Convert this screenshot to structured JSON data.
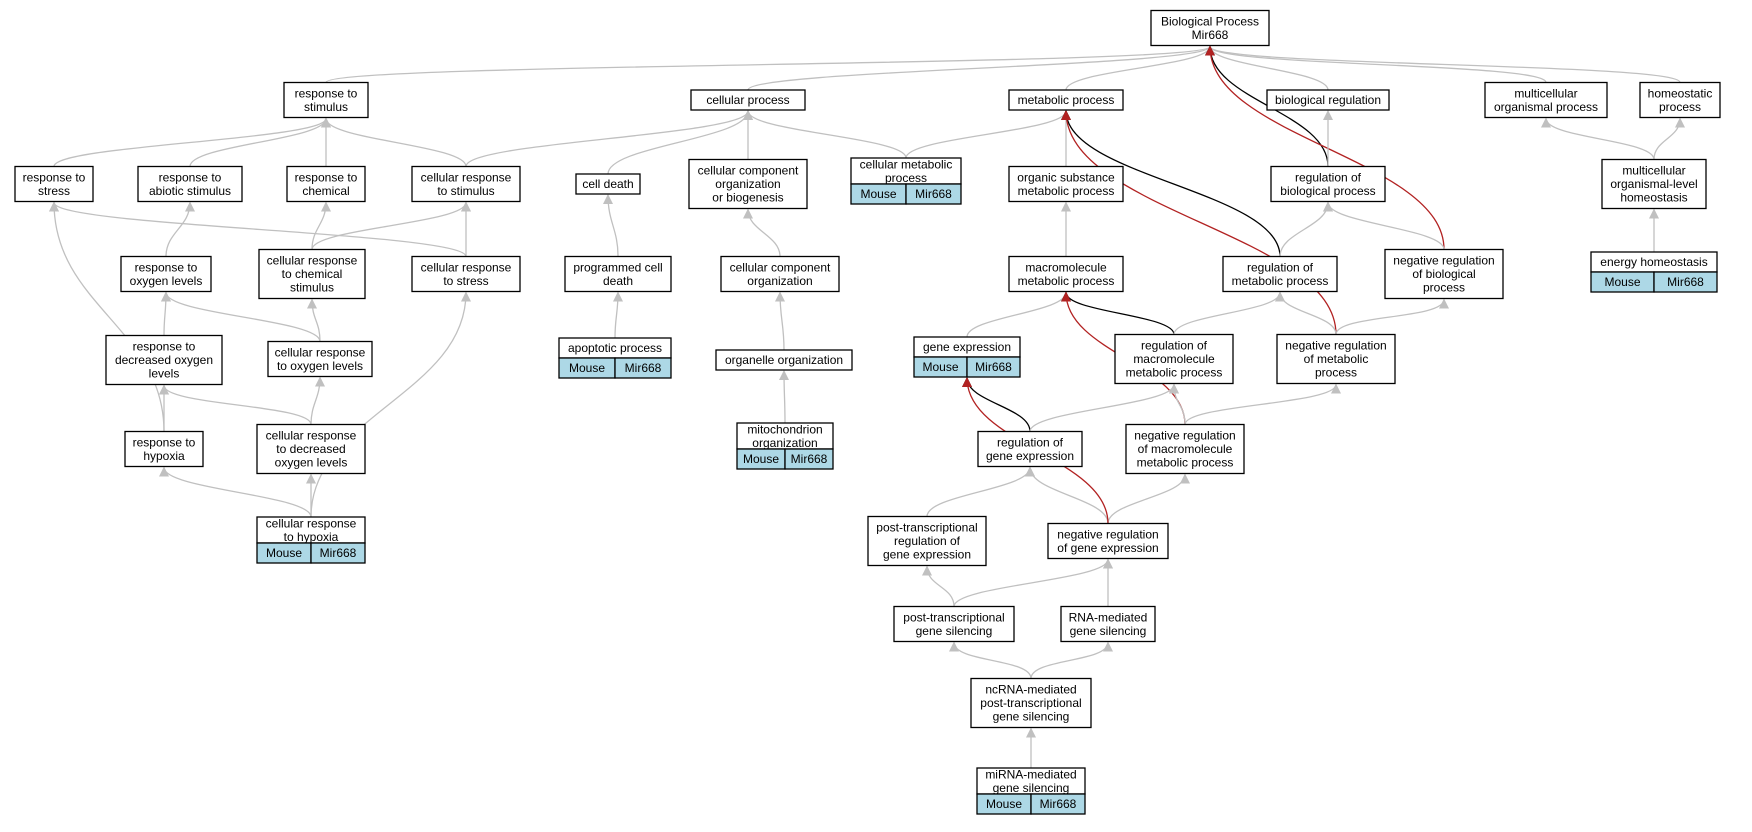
{
  "graph": {
    "colors": {
      "background": "#ffffff",
      "annotation": "#add8e6",
      "is_a_edge": "#c0c0c0",
      "regulates_edge": "#000000",
      "negatively_regulates_edge": "#b22222"
    },
    "nodes": [
      {
        "id": "bp",
        "lines": [
          "Biological Process",
          "Mir668"
        ]
      },
      {
        "id": "response_to_stimulus",
        "lines": [
          "response to",
          "stimulus"
        ]
      },
      {
        "id": "cellular_process",
        "lines": [
          "cellular process"
        ]
      },
      {
        "id": "metabolic_process",
        "lines": [
          "metabolic process"
        ]
      },
      {
        "id": "biological_regulation",
        "lines": [
          "biological regulation"
        ]
      },
      {
        "id": "multicellular_organismal_process",
        "lines": [
          "multicellular",
          "organismal process"
        ]
      },
      {
        "id": "homeostatic_process",
        "lines": [
          "homeostatic",
          "process"
        ]
      },
      {
        "id": "response_to_stress",
        "lines": [
          "response to",
          "stress"
        ]
      },
      {
        "id": "response_to_abiotic_stimulus",
        "lines": [
          "response to",
          "abiotic stimulus"
        ]
      },
      {
        "id": "response_to_chemical",
        "lines": [
          "response to",
          "chemical"
        ]
      },
      {
        "id": "cellular_response_to_stimulus",
        "lines": [
          "cellular response",
          "to stimulus"
        ]
      },
      {
        "id": "cell_death",
        "lines": [
          "cell death"
        ]
      },
      {
        "id": "cellular_component_org_biogenesis",
        "lines": [
          "cellular component",
          "organization",
          "or biogenesis"
        ]
      },
      {
        "id": "cellular_metabolic_process",
        "lines": [
          "cellular metabolic",
          "process"
        ],
        "annotations": [
          "Mouse",
          "Mir668"
        ]
      },
      {
        "id": "organic_substance_metabolic_process",
        "lines": [
          "organic substance",
          "metabolic process"
        ]
      },
      {
        "id": "regulation_of_biological_process",
        "lines": [
          "regulation of",
          "biological process"
        ]
      },
      {
        "id": "multicellular_organismal_homeostasis",
        "lines": [
          "multicellular",
          "organismal-level",
          "homeostasis"
        ]
      },
      {
        "id": "response_to_oxygen_levels",
        "lines": [
          "response to",
          "oxygen levels"
        ]
      },
      {
        "id": "cellular_response_to_chemical_stimulus",
        "lines": [
          "cellular response",
          "to chemical",
          "stimulus"
        ]
      },
      {
        "id": "cellular_response_to_stress",
        "lines": [
          "cellular response",
          "to stress"
        ]
      },
      {
        "id": "programmed_cell_death",
        "lines": [
          "programmed cell",
          "death"
        ]
      },
      {
        "id": "cellular_component_organization",
        "lines": [
          "cellular component",
          "organization"
        ]
      },
      {
        "id": "macromolecule_metabolic_process",
        "lines": [
          "macromolecule",
          "metabolic process"
        ]
      },
      {
        "id": "regulation_of_metabolic_process",
        "lines": [
          "regulation of",
          "metabolic process"
        ]
      },
      {
        "id": "negative_regulation_of_biological_process",
        "lines": [
          "negative regulation",
          "of biological",
          "process"
        ]
      },
      {
        "id": "energy_homeostasis",
        "lines": [
          "energy homeostasis"
        ],
        "annotations": [
          "Mouse",
          "Mir668"
        ]
      },
      {
        "id": "response_to_decreased_oxygen_levels",
        "lines": [
          "response to",
          "decreased oxygen",
          "levels"
        ]
      },
      {
        "id": "cellular_response_to_oxygen_levels",
        "lines": [
          "cellular response",
          "to oxygen levels"
        ]
      },
      {
        "id": "apoptotic_process",
        "lines": [
          "apoptotic process"
        ],
        "annotations": [
          "Mouse",
          "Mir668"
        ]
      },
      {
        "id": "organelle_organization",
        "lines": [
          "organelle organization"
        ]
      },
      {
        "id": "gene_expression",
        "lines": [
          "gene expression"
        ],
        "annotations": [
          "Mouse",
          "Mir668"
        ]
      },
      {
        "id": "regulation_of_macromolecule_metabolic_process",
        "lines": [
          "regulation of",
          "macromolecule",
          "metabolic process"
        ]
      },
      {
        "id": "negative_regulation_of_metabolic_process",
        "lines": [
          "negative regulation",
          "of metabolic",
          "process"
        ]
      },
      {
        "id": "response_to_hypoxia",
        "lines": [
          "response to",
          "hypoxia"
        ]
      },
      {
        "id": "cellular_response_to_decreased_oxygen_levels",
        "lines": [
          "cellular response",
          "to decreased",
          "oxygen levels"
        ]
      },
      {
        "id": "mitochondrion_organization",
        "lines": [
          "mitochondrion",
          "organization"
        ],
        "annotations": [
          "Mouse",
          "Mir668"
        ]
      },
      {
        "id": "regulation_of_gene_expression",
        "lines": [
          "regulation of",
          "gene expression"
        ]
      },
      {
        "id": "negative_regulation_of_macromolecule_metabolic_process",
        "lines": [
          "negative regulation",
          "of macromolecule",
          "metabolic process"
        ]
      },
      {
        "id": "cellular_response_to_hypoxia",
        "lines": [
          "cellular response",
          "to hypoxia"
        ],
        "annotations": [
          "Mouse",
          "Mir668"
        ]
      },
      {
        "id": "post_transcriptional_regulation_of_gene_expression",
        "lines": [
          "post-transcriptional",
          "regulation of",
          "gene expression"
        ]
      },
      {
        "id": "negative_regulation_of_gene_expression",
        "lines": [
          "negative regulation",
          "of gene expression"
        ]
      },
      {
        "id": "post_transcriptional_gene_silencing",
        "lines": [
          "post-transcriptional",
          "gene silencing"
        ]
      },
      {
        "id": "rna_mediated_gene_silencing",
        "lines": [
          "RNA-mediated",
          "gene silencing"
        ]
      },
      {
        "id": "ncrna_mediated_ptgs",
        "lines": [
          "ncRNA-mediated",
          "post-transcriptional",
          "gene silencing"
        ]
      },
      {
        "id": "mirna_mediated_gene_silencing",
        "lines": [
          "miRNA-mediated",
          "gene silencing"
        ],
        "annotations": [
          "Mouse",
          "Mir668"
        ]
      }
    ],
    "edges": [
      {
        "from": "response_to_stimulus",
        "to": "bp",
        "type": "is_a"
      },
      {
        "from": "cellular_process",
        "to": "bp",
        "type": "is_a"
      },
      {
        "from": "metabolic_process",
        "to": "bp",
        "type": "is_a"
      },
      {
        "from": "biological_regulation",
        "to": "bp",
        "type": "is_a"
      },
      {
        "from": "multicellular_organismal_process",
        "to": "bp",
        "type": "is_a"
      },
      {
        "from": "homeostatic_process",
        "to": "bp",
        "type": "is_a"
      },
      {
        "from": "regulation_of_biological_process",
        "to": "bp",
        "type": "regulates"
      },
      {
        "from": "negative_regulation_of_biological_process",
        "to": "bp",
        "type": "negatively_regulates"
      },
      {
        "from": "response_to_stress",
        "to": "response_to_stimulus",
        "type": "is_a"
      },
      {
        "from": "response_to_abiotic_stimulus",
        "to": "response_to_stimulus",
        "type": "is_a"
      },
      {
        "from": "response_to_chemical",
        "to": "response_to_stimulus",
        "type": "is_a"
      },
      {
        "from": "cellular_response_to_stimulus",
        "to": "response_to_stimulus",
        "type": "is_a"
      },
      {
        "from": "cellular_response_to_stimulus",
        "to": "cellular_process",
        "type": "is_a"
      },
      {
        "from": "cell_death",
        "to": "cellular_process",
        "type": "is_a"
      },
      {
        "from": "cellular_component_org_biogenesis",
        "to": "cellular_process",
        "type": "is_a"
      },
      {
        "from": "cellular_metabolic_process",
        "to": "cellular_process",
        "type": "is_a"
      },
      {
        "from": "cellular_metabolic_process",
        "to": "metabolic_process",
        "type": "is_a"
      },
      {
        "from": "organic_substance_metabolic_process",
        "to": "metabolic_process",
        "type": "is_a"
      },
      {
        "from": "regulation_of_metabolic_process",
        "to": "metabolic_process",
        "type": "regulates"
      },
      {
        "from": "negative_regulation_of_metabolic_process",
        "to": "metabolic_process",
        "type": "negatively_regulates"
      },
      {
        "from": "regulation_of_biological_process",
        "to": "biological_regulation",
        "type": "is_a"
      },
      {
        "from": "multicellular_organismal_homeostasis",
        "to": "multicellular_organismal_process",
        "type": "is_a"
      },
      {
        "from": "multicellular_organismal_homeostasis",
        "to": "homeostatic_process",
        "type": "is_a"
      },
      {
        "from": "energy_homeostasis",
        "to": "multicellular_organismal_homeostasis",
        "type": "is_a"
      },
      {
        "from": "response_to_oxygen_levels",
        "to": "response_to_abiotic_stimulus",
        "type": "is_a"
      },
      {
        "from": "cellular_response_to_chemical_stimulus",
        "to": "response_to_chemical",
        "type": "is_a"
      },
      {
        "from": "cellular_response_to_chemical_stimulus",
        "to": "cellular_response_to_stimulus",
        "type": "is_a"
      },
      {
        "from": "cellular_response_to_stress",
        "to": "cellular_response_to_stimulus",
        "type": "is_a"
      },
      {
        "from": "cellular_response_to_stress",
        "to": "response_to_stress",
        "type": "is_a"
      },
      {
        "from": "response_to_hypoxia",
        "to": "response_to_stress",
        "type": "is_a"
      },
      {
        "from": "programmed_cell_death",
        "to": "cell_death",
        "type": "is_a"
      },
      {
        "from": "apoptotic_process",
        "to": "programmed_cell_death",
        "type": "is_a"
      },
      {
        "from": "cellular_component_organization",
        "to": "cellular_component_org_biogenesis",
        "type": "is_a"
      },
      {
        "from": "organelle_organization",
        "to": "cellular_component_organization",
        "type": "is_a"
      },
      {
        "from": "mitochondrion_organization",
        "to": "organelle_organization",
        "type": "is_a"
      },
      {
        "from": "macromolecule_metabolic_process",
        "to": "organic_substance_metabolic_process",
        "type": "is_a"
      },
      {
        "from": "gene_expression",
        "to": "macromolecule_metabolic_process",
        "type": "is_a"
      },
      {
        "from": "regulation_of_macromolecule_metabolic_process",
        "to": "macromolecule_metabolic_process",
        "type": "regulates"
      },
      {
        "from": "negative_regulation_of_macromolecule_metabolic_process",
        "to": "macromolecule_metabolic_process",
        "type": "negatively_regulates"
      },
      {
        "from": "regulation_of_metabolic_process",
        "to": "regulation_of_biological_process",
        "type": "is_a"
      },
      {
        "from": "negative_regulation_of_biological_process",
        "to": "regulation_of_biological_process",
        "type": "is_a"
      },
      {
        "from": "regulation_of_macromolecule_metabolic_process",
        "to": "regulation_of_metabolic_process",
        "type": "is_a"
      },
      {
        "from": "negative_regulation_of_metabolic_process",
        "to": "regulation_of_metabolic_process",
        "type": "is_a"
      },
      {
        "from": "negative_regulation_of_metabolic_process",
        "to": "negative_regulation_of_biological_process",
        "type": "is_a"
      },
      {
        "from": "response_to_decreased_oxygen_levels",
        "to": "response_to_oxygen_levels",
        "type": "is_a"
      },
      {
        "from": "cellular_response_to_oxygen_levels",
        "to": "response_to_oxygen_levels",
        "type": "is_a"
      },
      {
        "from": "cellular_response_to_oxygen_levels",
        "to": "cellular_response_to_chemical_stimulus",
        "type": "is_a"
      },
      {
        "from": "response_to_hypoxia",
        "to": "response_to_decreased_oxygen_levels",
        "type": "is_a"
      },
      {
        "from": "cellular_response_to_decreased_oxygen_levels",
        "to": "response_to_decreased_oxygen_levels",
        "type": "is_a"
      },
      {
        "from": "cellular_response_to_decreased_oxygen_levels",
        "to": "cellular_response_to_oxygen_levels",
        "type": "is_a"
      },
      {
        "from": "cellular_response_to_hypoxia",
        "to": "response_to_hypoxia",
        "type": "is_a"
      },
      {
        "from": "cellular_response_to_hypoxia",
        "to": "cellular_response_to_decreased_oxygen_levels",
        "type": "is_a"
      },
      {
        "from": "cellular_response_to_hypoxia",
        "to": "cellular_response_to_stress",
        "type": "is_a"
      },
      {
        "from": "regulation_of_gene_expression",
        "to": "gene_expression",
        "type": "regulates"
      },
      {
        "from": "regulation_of_gene_expression",
        "to": "regulation_of_macromolecule_metabolic_process",
        "type": "is_a"
      },
      {
        "from": "negative_regulation_of_macromolecule_metabolic_process",
        "to": "regulation_of_macromolecule_metabolic_process",
        "type": "is_a"
      },
      {
        "from": "negative_regulation_of_macromolecule_metabolic_process",
        "to": "negative_regulation_of_metabolic_process",
        "type": "is_a"
      },
      {
        "from": "post_transcriptional_regulation_of_gene_expression",
        "to": "regulation_of_gene_expression",
        "type": "is_a"
      },
      {
        "from": "negative_regulation_of_gene_expression",
        "to": "regulation_of_gene_expression",
        "type": "is_a"
      },
      {
        "from": "negative_regulation_of_gene_expression",
        "to": "negative_regulation_of_macromolecule_metabolic_process",
        "type": "is_a"
      },
      {
        "from": "negative_regulation_of_gene_expression",
        "to": "gene_expression",
        "type": "negatively_regulates"
      },
      {
        "from": "post_transcriptional_gene_silencing",
        "to": "post_transcriptional_regulation_of_gene_expression",
        "type": "is_a"
      },
      {
        "from": "post_transcriptional_gene_silencing",
        "to": "negative_regulation_of_gene_expression",
        "type": "is_a"
      },
      {
        "from": "rna_mediated_gene_silencing",
        "to": "negative_regulation_of_gene_expression",
        "type": "is_a"
      },
      {
        "from": "ncrna_mediated_ptgs",
        "to": "post_transcriptional_gene_silencing",
        "type": "is_a"
      },
      {
        "from": "ncrna_mediated_ptgs",
        "to": "rna_mediated_gene_silencing",
        "type": "is_a"
      },
      {
        "from": "mirna_mediated_gene_silencing",
        "to": "ncrna_mediated_ptgs",
        "type": "is_a"
      }
    ]
  }
}
